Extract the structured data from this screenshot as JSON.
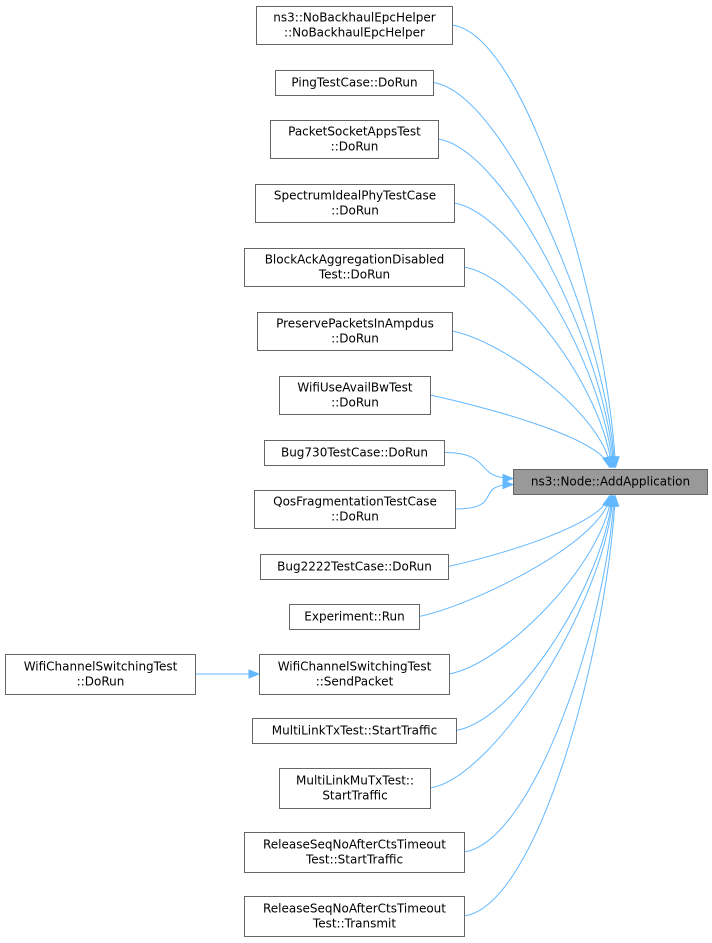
{
  "target": {
    "id": "target",
    "label": "ns3::Node::AddApplication"
  },
  "nodes": [
    {
      "id": "n0",
      "lines": [
        "ns3::NoBackhaulEpcHelper",
        "::NoBackhaulEpcHelper"
      ]
    },
    {
      "id": "n1",
      "lines": [
        "PingTestCase::DoRun"
      ]
    },
    {
      "id": "n2",
      "lines": [
        "PacketSocketAppsTest",
        "::DoRun"
      ]
    },
    {
      "id": "n3",
      "lines": [
        "SpectrumIdealPhyTestCase",
        "::DoRun"
      ]
    },
    {
      "id": "n4",
      "lines": [
        "BlockAckAggregationDisabled",
        "Test::DoRun"
      ]
    },
    {
      "id": "n5",
      "lines": [
        "PreservePacketsInAmpdus",
        "::DoRun"
      ]
    },
    {
      "id": "n6",
      "lines": [
        "WifiUseAvailBwTest",
        "::DoRun"
      ]
    },
    {
      "id": "n7",
      "lines": [
        "Bug730TestCase::DoRun"
      ]
    },
    {
      "id": "n8",
      "lines": [
        "QosFragmentationTestCase",
        "::DoRun"
      ]
    },
    {
      "id": "n9",
      "lines": [
        "Bug2222TestCase::DoRun"
      ]
    },
    {
      "id": "n10",
      "lines": [
        "Experiment::Run"
      ]
    },
    {
      "id": "n11",
      "lines": [
        "WifiChannelSwitchingTest",
        "::SendPacket"
      ]
    },
    {
      "id": "n12",
      "lines": [
        "MultiLinkTxTest::StartTraffic"
      ]
    },
    {
      "id": "n13",
      "lines": [
        "MultiLinkMuTxTest::",
        "StartTraffic"
      ]
    },
    {
      "id": "n14",
      "lines": [
        "ReleaseSeqNoAfterCtsTimeout",
        "Test::StartTraffic"
      ]
    },
    {
      "id": "n15",
      "lines": [
        "ReleaseSeqNoAfterCtsTimeout",
        "Test::Transmit"
      ]
    },
    {
      "id": "n16",
      "lines": [
        "WifiChannelSwitchingTest",
        "::DoRun"
      ]
    }
  ],
  "edges": [
    {
      "from": "n0",
      "to": "target"
    },
    {
      "from": "n1",
      "to": "target"
    },
    {
      "from": "n2",
      "to": "target"
    },
    {
      "from": "n3",
      "to": "target"
    },
    {
      "from": "n4",
      "to": "target"
    },
    {
      "from": "n5",
      "to": "target"
    },
    {
      "from": "n6",
      "to": "target"
    },
    {
      "from": "n7",
      "to": "target"
    },
    {
      "from": "n8",
      "to": "target"
    },
    {
      "from": "n9",
      "to": "target"
    },
    {
      "from": "n10",
      "to": "target"
    },
    {
      "from": "n11",
      "to": "target"
    },
    {
      "from": "n12",
      "to": "target"
    },
    {
      "from": "n13",
      "to": "target"
    },
    {
      "from": "n14",
      "to": "target"
    },
    {
      "from": "n15",
      "to": "target"
    },
    {
      "from": "n16",
      "to": "n11"
    }
  ],
  "colors": {
    "edge": "#63b8ff",
    "node_border": "#666666",
    "target_fill": "#999999"
  }
}
